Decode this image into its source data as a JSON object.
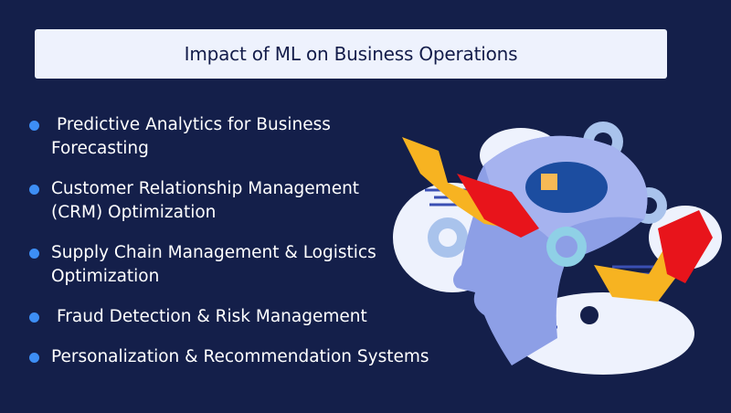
{
  "header": {
    "title": "Impact of ML on Business Operations"
  },
  "bullets": [
    {
      "text": "Predictive Analytics for Business",
      "text2": "Forecasting"
    },
    {
      "text": "Customer Relationship Management",
      "text2": "(CRM) Optimization"
    },
    {
      "text": "Supply Chain Management & Logistics",
      "text2": "Optimization"
    },
    {
      "text": "Fraud Detection & Risk Management"
    },
    {
      "text": "Personalization & Recommendation Systems"
    }
  ],
  "colors": {
    "background": "#141f4a",
    "title_bg": "#eef2fd",
    "title_text": "#131c4a",
    "bullet": "#3d8ef5",
    "text": "#ffffff"
  },
  "illustration": {
    "icon": "ai-head-gears-people-icon"
  }
}
